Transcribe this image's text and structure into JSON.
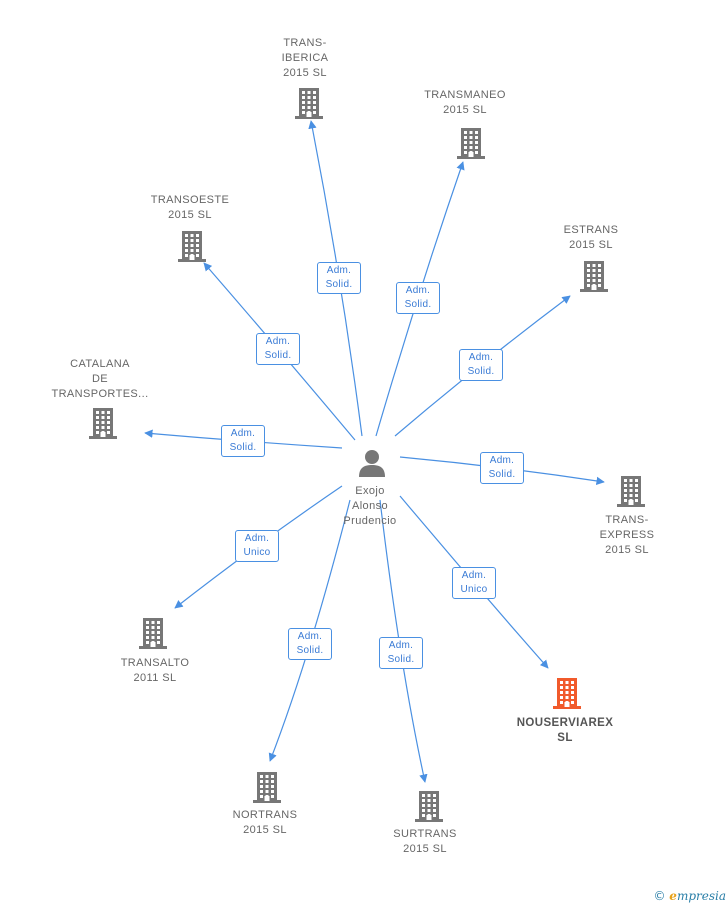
{
  "colors": {
    "edge": "#4a90e2",
    "building": "#777777",
    "highlight": "#f15a2b"
  },
  "center": {
    "label": "Exojo\nAlonso\nPrudencio",
    "icon": "person-icon"
  },
  "nodes": [
    {
      "id": "transiberica",
      "label": "TRANS-\nIBERICA\n2015  SL",
      "relation": "Adm.\nSolid.",
      "icon": "building-icon"
    },
    {
      "id": "transmaneo",
      "label": "TRANSMANEO\n2015  SL",
      "relation": "Adm.\nSolid.",
      "icon": "building-icon"
    },
    {
      "id": "transoeste",
      "label": "TRANSOESTE\n2015  SL",
      "relation": "Adm.\nSolid.",
      "icon": "building-icon"
    },
    {
      "id": "estrans",
      "label": "ESTRANS\n2015  SL",
      "relation": "Adm.\nSolid.",
      "icon": "building-icon"
    },
    {
      "id": "catalana",
      "label": "CATALANA\nDE\nTRANSPORTES...",
      "relation": "Adm.\nSolid.",
      "icon": "building-icon"
    },
    {
      "id": "transexpress",
      "label": "TRANS-\nEXPRESS\n2015  SL",
      "relation": "Adm.\nSolid.",
      "icon": "building-icon"
    },
    {
      "id": "transalto",
      "label": "TRANSALTO\n2011  SL",
      "relation": "Adm.\nUnico",
      "icon": "building-icon"
    },
    {
      "id": "nouserviarex",
      "label": "NOUSERVIAREX\nSL",
      "relation": "Adm.\nUnico",
      "icon": "building-icon",
      "highlight": true
    },
    {
      "id": "nortrans",
      "label": "NORTRANS\n2015  SL",
      "relation": "Adm.\nSolid.",
      "icon": "building-icon"
    },
    {
      "id": "surtrans",
      "label": "SURTRANS\n2015  SL",
      "relation": "Adm.\nSolid.",
      "icon": "building-icon"
    }
  ],
  "brand": {
    "copyright": "©",
    "initial": "e",
    "name": "mpresia"
  }
}
